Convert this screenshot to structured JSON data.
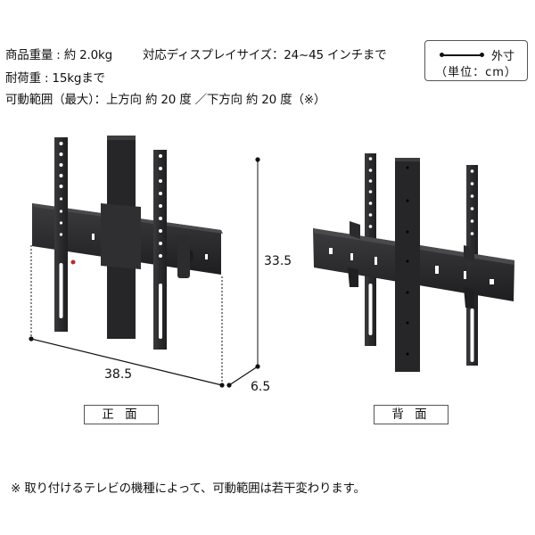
{
  "specs": {
    "weight": "商品重量 : 約 2.0kg",
    "compatible_size": "対応ディスプレイサイズ：24~45 インチまで",
    "load_capacity": "耐荷重 : 15kgまで",
    "tilt_range": "可動範囲（最大）：上方向 約 20 度 ／下方向 約 20 度（※）"
  },
  "legend": {
    "label": "外寸",
    "unit": "（単位：cm）"
  },
  "dimensions": {
    "width": "38.5",
    "height": "33.5",
    "depth": "6.5"
  },
  "views": {
    "front": "正 面",
    "back": "背 面"
  },
  "note": "※ 取り付けるテレビの機種によって、可動範囲は若干変わります。",
  "colors": {
    "product": "#2b2b2d",
    "product_highlight": "#4a4a4d",
    "accent_red": "#c0282d",
    "line": "#111111"
  }
}
